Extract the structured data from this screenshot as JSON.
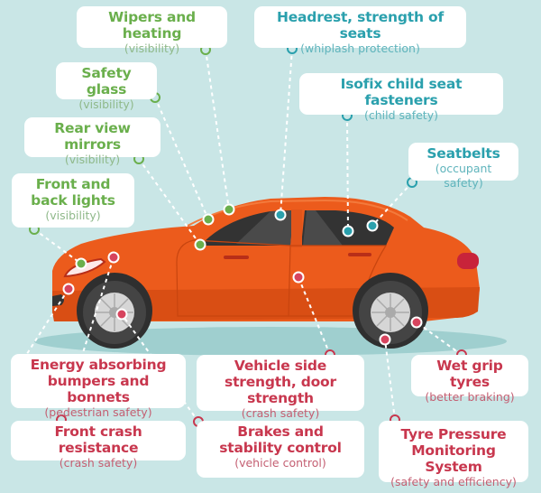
{
  "colors": {
    "background": "#c9e6e6",
    "car_body": "#ec5b1c",
    "visibility_green": "#6aaf4c",
    "occupant_teal": "#2aa0ad",
    "crash_red": "#c8374e"
  },
  "callouts": {
    "wipers": {
      "title": "Wipers and heating",
      "subtitle": "(visibility)",
      "category": "visibility"
    },
    "safety_glass": {
      "title": "Safety glass",
      "subtitle": "(visibility)",
      "category": "visibility"
    },
    "mirrors": {
      "title": "Rear view mirrors",
      "subtitle": "(visibility)",
      "category": "visibility"
    },
    "lights": {
      "title": "Front and back lights",
      "subtitle": "(visibility)",
      "category": "visibility"
    },
    "headrest": {
      "title": "Headrest, strength of seats",
      "subtitle": "(whiplash protection)",
      "category": "occupant"
    },
    "isofix": {
      "title": "Isofix child seat fasteners",
      "subtitle": "(child safety)",
      "category": "occupant"
    },
    "seatbelts": {
      "title": "Seatbelts",
      "subtitle": "(occupant safety)",
      "category": "occupant"
    },
    "bumpers": {
      "title": "Energy absorbing bumpers and bonnets",
      "subtitle": "(pedestrian safety)",
      "category": "crash"
    },
    "front_crash": {
      "title": "Front crash resistance",
      "subtitle": "(crash safety)",
      "category": "crash"
    },
    "side_strength": {
      "title": "Vehicle side strength, door strength",
      "subtitle": "(crash safety)",
      "category": "crash"
    },
    "brakes": {
      "title": "Brakes and stability control",
      "subtitle": "(vehicle control)",
      "category": "crash"
    },
    "wet_grip": {
      "title": "Wet grip tyres",
      "subtitle": "(better braking)",
      "category": "crash"
    },
    "tpms": {
      "title": "Tyre Pressure Monitoring System",
      "subtitle": "(safety and efficiency)",
      "category": "crash"
    }
  }
}
